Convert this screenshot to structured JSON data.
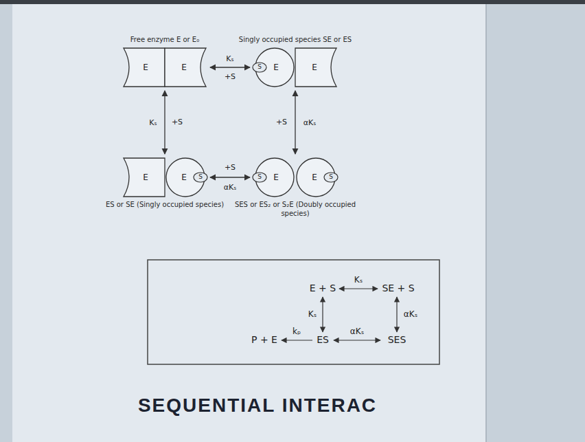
{
  "diagram": {
    "nodes": [
      {
        "text": [
          "Free enzyme E or E₀",
          "E",
          "E"
        ]
      },
      {
        "text": [
          "Singly occupied species SE or ES",
          "E",
          "E"
        ]
      },
      {
        "text": [
          "ES or SE (Singly occupied species)",
          "E",
          "E"
        ]
      },
      {
        "text": [
          "SES or ES₂ or S₂E (Doubly occupied species)",
          "E",
          "E"
        ]
      }
    ],
    "edges": [
      {
        "from": 0,
        "to": 1,
        "label": "Kₛ",
        "arrow": "both"
      },
      {
        "from": 0,
        "to": 2,
        "label": "Kₛ",
        "arrow": "both"
      },
      {
        "from": 1,
        "to": 3,
        "label": "αKₛ",
        "arrow": "both"
      },
      {
        "from": 2,
        "to": 3,
        "label": "αKₛ",
        "arrow": "both"
      }
    ],
    "labels": [
      "S",
      "S",
      "S",
      "S",
      "+S",
      "+S",
      "+S",
      "+S",
      "E + S",
      "Kₛ",
      "SE + S",
      "Kₛ",
      "αKₛ",
      "P + E",
      "kₚ",
      "ES",
      "αKₛ",
      "SES",
      "SEQUENTIAL INTERAC"
    ]
  }
}
